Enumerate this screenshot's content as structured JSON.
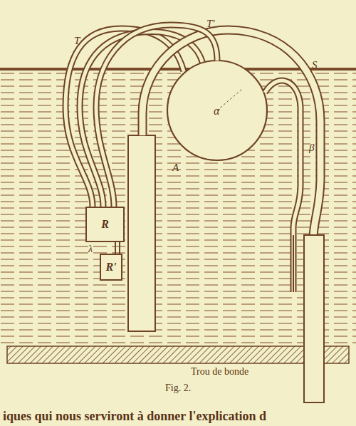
{
  "diagram": {
    "caption": "Fig. 2.",
    "nodes": [
      {
        "text": [
          "R"
        ]
      },
      {
        "text": [
          "R'"
        ]
      }
    ],
    "edges": [
      {
        "from": 0,
        "to": 1,
        "arrow": "none"
      }
    ],
    "labels": [
      "T",
      "T'",
      "S",
      "α",
      "A",
      "β",
      "λ",
      "Trou de bonde",
      "iques qui nous serviront à donner l'explication d"
    ]
  }
}
